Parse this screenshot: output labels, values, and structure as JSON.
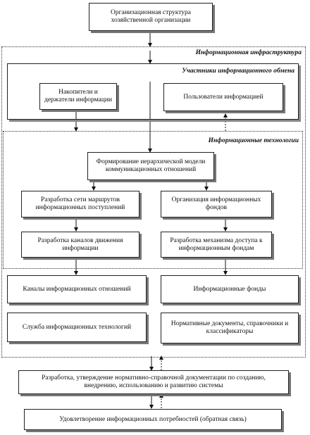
{
  "diagram": {
    "top_box": "Организационная структура хозяйственной организации",
    "infrastructure": {
      "title": "Информационная инфраструктура",
      "participants": {
        "title": "Участники информационного обмена",
        "holders": "Накопители и держатели информации",
        "users": "Пользователи информацией"
      },
      "technologies": {
        "title": "Информационные технологии",
        "model": "Формирование иерархической модели коммуникационных отношений",
        "routes": "Разработка сети маршрутов информационных поступлений",
        "funds_org": "Организация информационных фондов",
        "channels_dev": "Разработка каналов движения информации",
        "access_dev": "Разработка механизма доступа к информационным фондам"
      },
      "channels": "Каналы информационных отношений",
      "funds": "Информационные фонды",
      "service": "Служба информационных технологий",
      "normative": "Нормативные документы, справочники и классификаторы"
    },
    "development": "Разработка, утверждение нормативно-справочной документации по созданию, внедрению, использованию и развитию системы",
    "satisfaction": "Удовлетворение информационных потребностей (обратная связь)"
  }
}
